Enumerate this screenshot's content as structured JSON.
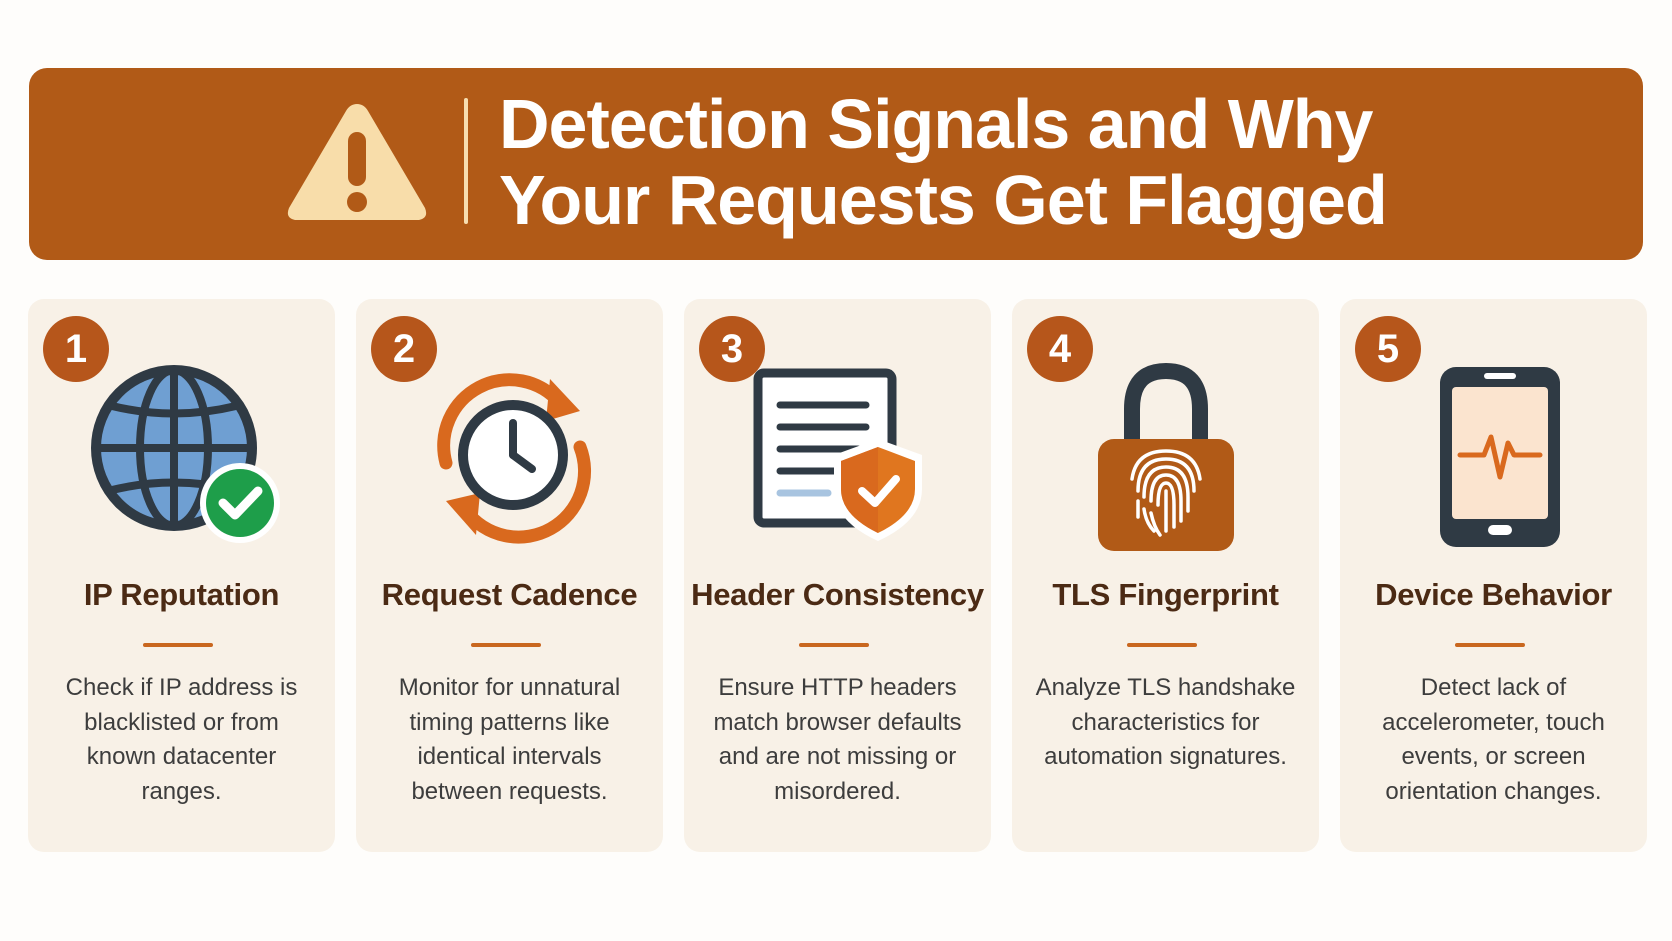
{
  "header": {
    "title_line1": "Detection Signals and Why",
    "title_line2": "Your Requests Get Flagged",
    "icon": "warning-triangle-icon"
  },
  "colors": {
    "banner": "#b15a17",
    "accent": "#b6561b",
    "card_bg": "#f8f1e7",
    "heading": "#4b2a14",
    "check_green": "#1e9e4a"
  },
  "cards": [
    {
      "number": "1",
      "title": "IP Reputation",
      "description": "Check if IP address is blacklisted or from known datacenter ranges.",
      "icon": "globe-check-icon"
    },
    {
      "number": "2",
      "title": "Request Cadence",
      "description": "Monitor for unnatural timing patterns like identical intervals between requests.",
      "icon": "clock-cycle-icon"
    },
    {
      "number": "3",
      "title": "Header Consistency",
      "description": "Ensure HTTP headers match browser defaults and are not missing or misordered.",
      "icon": "document-shield-icon"
    },
    {
      "number": "4",
      "title": "TLS Fingerprint",
      "description": "Analyze TLS handshake characteristics for automation signatures.",
      "icon": "fingerprint-lock-icon"
    },
    {
      "number": "5",
      "title": "Device Behavior",
      "description": "Detect lack of accelerometer, touch events, or screen orientation changes.",
      "icon": "phone-pulse-icon"
    }
  ]
}
